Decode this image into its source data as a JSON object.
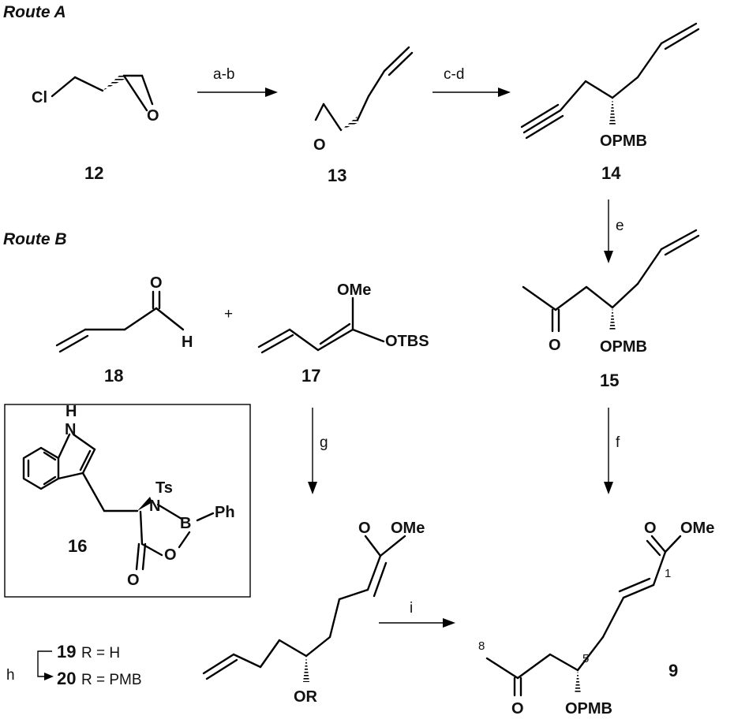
{
  "routes": {
    "a": "Route A",
    "b": "Route B"
  },
  "reagents": {
    "ab": "a-b",
    "cd": "c-d",
    "e": "e",
    "f": "f",
    "g": "g",
    "h": "h",
    "i": "i",
    "plus": "+"
  },
  "compounds": {
    "c12": "12",
    "c13": "13",
    "c14": "14",
    "c15": "15",
    "c16": "16",
    "c17": "17",
    "c18": "18",
    "c9": "9",
    "c19": "19",
    "c20": "20",
    "r19": "R = H",
    "r20": "R = PMB"
  },
  "atoms": {
    "cl": "Cl",
    "o": "O",
    "h": "H",
    "opmb": "OPMB",
    "ome": "OMe",
    "otbs": "OTBS",
    "or": "OR",
    "nh": "H",
    "n": "N",
    "ts": "Ts",
    "b": "B",
    "ph": "Ph"
  },
  "numbering": {
    "c1": "1",
    "c5": "5",
    "c8": "8"
  }
}
